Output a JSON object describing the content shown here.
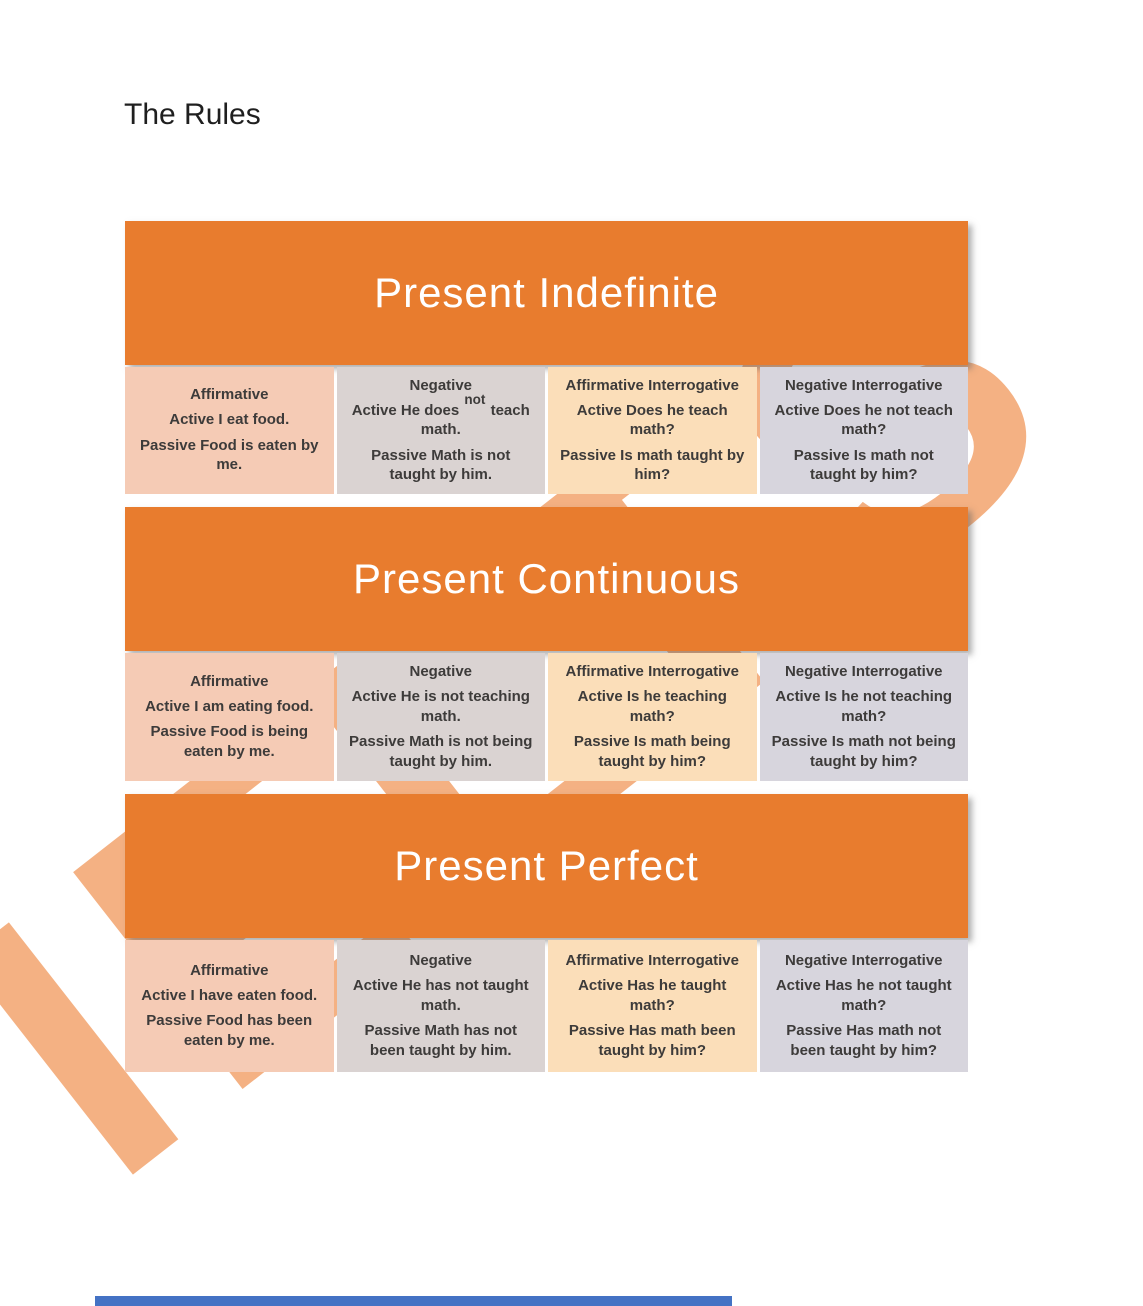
{
  "page": {
    "title": "The Rules"
  },
  "watermark": {
    "text": "IELTS",
    "color": "#F4B183"
  },
  "colors": {
    "banner_orange": "#E87C2E",
    "affirmative_bg": "#F5CBB5",
    "negative_bg": "#DAD3D2",
    "affirmative_interrogative_bg": "#FBDEB9",
    "negative_interrogative_bg": "#D7D5DD",
    "bottom_bar_blue": "#4472C4"
  },
  "sections": [
    {
      "title": "Present Indefinite",
      "columns": [
        {
          "header": "Affirmative",
          "lines": [
            "Active I eat food.",
            "Passive Food is eaten by me."
          ]
        },
        {
          "header": "Negative",
          "line1_pre": "Active He does",
          "line1_raised": "not",
          "line1_post": "teach math.",
          "line2": "Passive Math is not taught by him."
        },
        {
          "header": "Affirmative Interrogative",
          "lines": [
            "Active Does he teach math?",
            "Passive Is math taught by him?"
          ]
        },
        {
          "header": "Negative Interrogative",
          "lines": [
            "Active Does he not teach math?",
            "Passive Is math not taught by him?"
          ]
        }
      ]
    },
    {
      "title": "Present Continuous",
      "columns": [
        {
          "header": "Affirmative",
          "lines": [
            "Active I am eating food.",
            "Passive Food is being eaten by me."
          ]
        },
        {
          "header": "Negative",
          "lines": [
            "Active He is not teaching math.",
            "Passive Math is not being taught by him."
          ]
        },
        {
          "header": "Affirmative Interrogative",
          "lines": [
            "Active Is he teaching math?",
            "Passive Is math being taught by him?"
          ]
        },
        {
          "header": "Negative Interrogative",
          "lines": [
            "Active Is he not teaching math?",
            "Passive Is math not being taught by him?"
          ]
        }
      ]
    },
    {
      "title": "Present Perfect",
      "columns": [
        {
          "header": "Affirmative",
          "lines": [
            "Active I have eaten food.",
            "Passive Food has been eaten by me."
          ]
        },
        {
          "header": "Negative",
          "lines": [
            "Active He has not taught math.",
            "Passive Math has not been taught by him."
          ]
        },
        {
          "header": "Affirmative Interrogative",
          "lines": [
            "Active Has he taught math?",
            "Passive Has math been taught by him?"
          ]
        },
        {
          "header": "Negative Interrogative",
          "lines": [
            "Active Has he not taught math?",
            "Passive Has math not been taught by him?"
          ]
        }
      ]
    }
  ]
}
